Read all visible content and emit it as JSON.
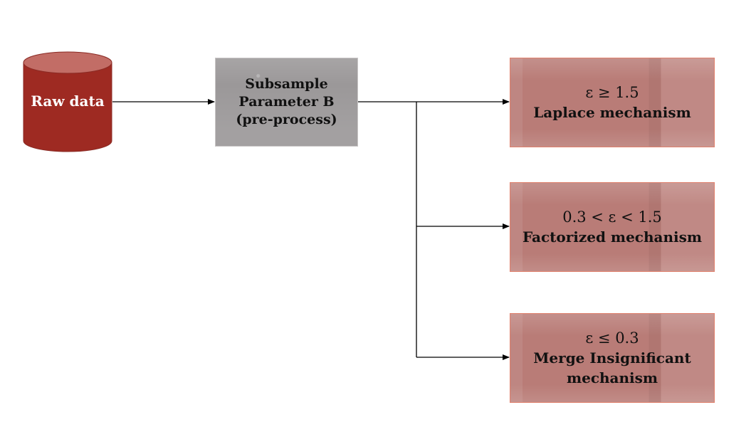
{
  "nodes": {
    "raw_data": {
      "label": "Raw data",
      "color": "#9e2a22",
      "top_color": "#c26d66"
    },
    "preprocess": {
      "lines": [
        "Subsample",
        "Parameter B",
        "(pre-process)"
      ],
      "color": "#9b9899"
    },
    "laplace": {
      "condition": "ε ≥ 1.5",
      "lines": [
        "Laplace mechanism"
      ],
      "color": "#b97c77"
    },
    "factorized": {
      "condition": "0.3 < ε < 1.5",
      "lines": [
        "Factorized mechanism"
      ],
      "color": "#b97c77"
    },
    "merge": {
      "condition": "ε ≤ 0.3",
      "lines": [
        "Merge Insignificant",
        "mechanism"
      ],
      "color": "#b97c77"
    }
  },
  "edges": [
    {
      "from": "raw_data",
      "to": "preprocess"
    },
    {
      "from": "preprocess",
      "to": "laplace"
    },
    {
      "from": "preprocess",
      "to": "factorized"
    },
    {
      "from": "preprocess",
      "to": "merge"
    }
  ]
}
